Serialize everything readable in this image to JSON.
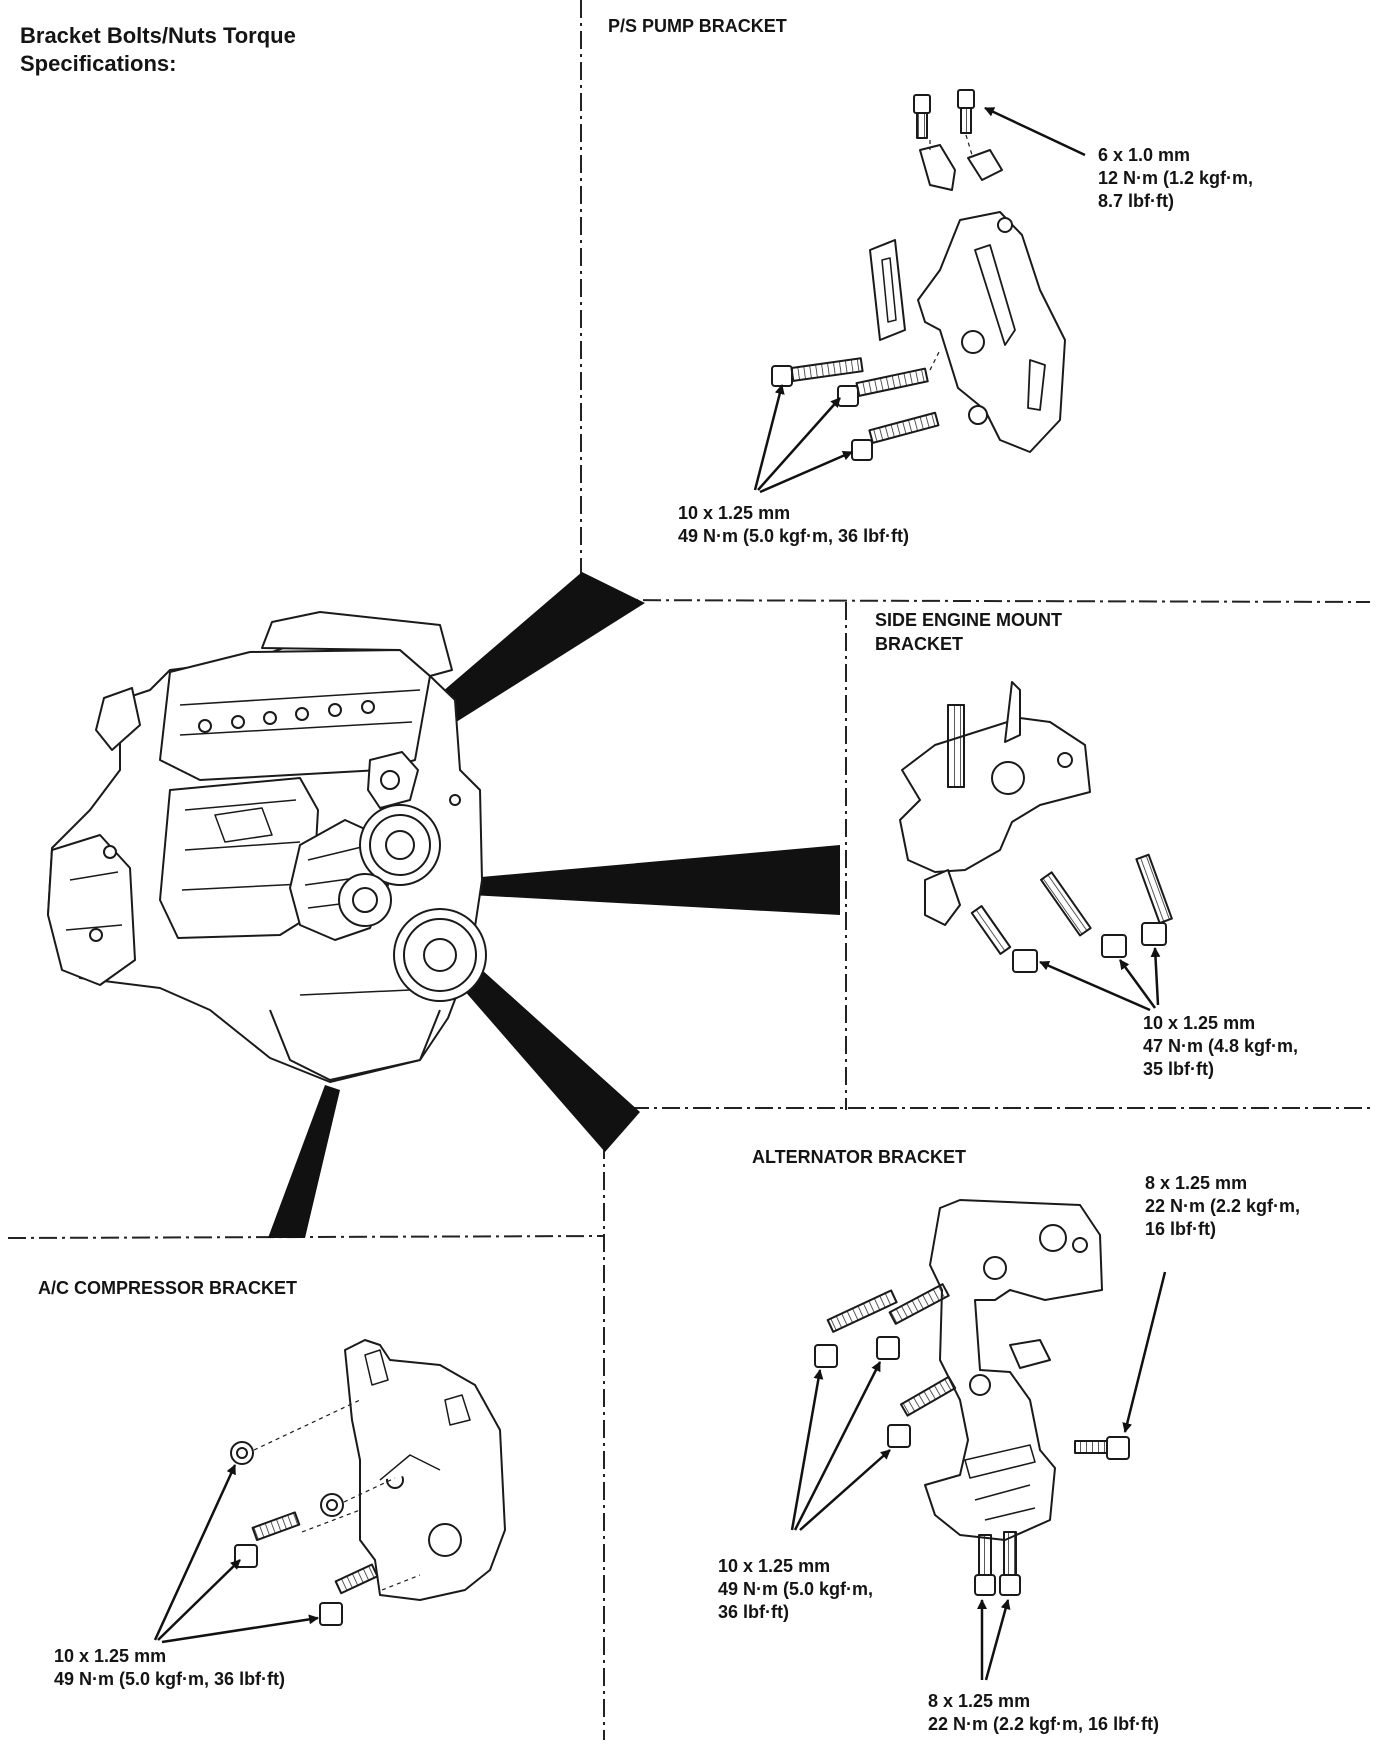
{
  "page_title": {
    "line1": "Bracket Bolts/Nuts Torque",
    "line2": "Specifications:"
  },
  "sections": {
    "ps_pump": {
      "title": "P/S PUMP BRACKET",
      "callouts": [
        {
          "lines": [
            "6 x 1.0 mm",
            "12 N·m (1.2 kgf·m,",
            "8.7 lbf·ft)"
          ]
        },
        {
          "lines": [
            "10 x 1.25 mm",
            "49 N·m (5.0 kgf·m, 36 lbf·ft)"
          ]
        }
      ]
    },
    "side_engine_mount": {
      "title_lines": [
        "SIDE ENGINE MOUNT",
        "BRACKET"
      ],
      "callouts": [
        {
          "lines": [
            "10 x 1.25 mm",
            "47 N·m (4.8 kgf·m,",
            "35 lbf·ft)"
          ]
        }
      ]
    },
    "alternator": {
      "title": "ALTERNATOR BRACKET",
      "callouts": [
        {
          "lines": [
            "8 x 1.25 mm",
            "22 N·m (2.2 kgf·m,",
            "16 lbf·ft)"
          ]
        },
        {
          "lines": [
            "10 x 1.25 mm",
            "49 N·m (5.0 kgf·m,",
            "36 lbf·ft)"
          ]
        },
        {
          "lines": [
            "8 x 1.25 mm",
            "22 N·m (2.2 kgf·m, 16 lbf·ft)"
          ]
        }
      ]
    },
    "ac_compressor": {
      "title": "A/C COMPRESSOR BRACKET",
      "callouts": [
        {
          "lines": [
            "10 x 1.25 mm",
            "49 N·m (5.0 kgf·m, 36 lbf·ft)"
          ]
        }
      ]
    }
  }
}
